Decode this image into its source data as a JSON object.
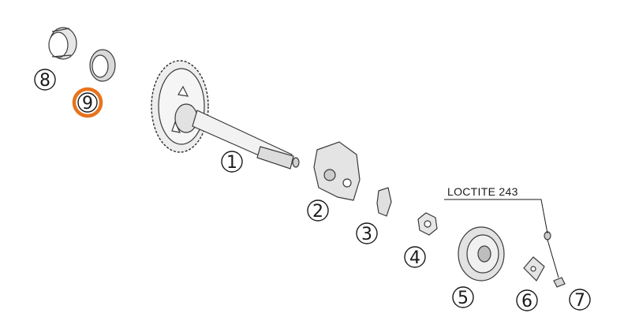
{
  "callouts": [
    {
      "id": "1",
      "label": "1"
    },
    {
      "id": "2",
      "label": "2"
    },
    {
      "id": "3",
      "label": "3"
    },
    {
      "id": "4",
      "label": "4"
    },
    {
      "id": "5",
      "label": "5"
    },
    {
      "id": "6",
      "label": "6"
    },
    {
      "id": "7",
      "label": "7"
    },
    {
      "id": "8",
      "label": "8"
    },
    {
      "id": "9",
      "label": "9"
    }
  ],
  "highlighted_callout": "9",
  "annotation": {
    "text": "LOCTITE 243"
  },
  "colors": {
    "highlight": "#e8731c",
    "line": "#1a1a1a",
    "part_fill": "#e9e9e9"
  }
}
